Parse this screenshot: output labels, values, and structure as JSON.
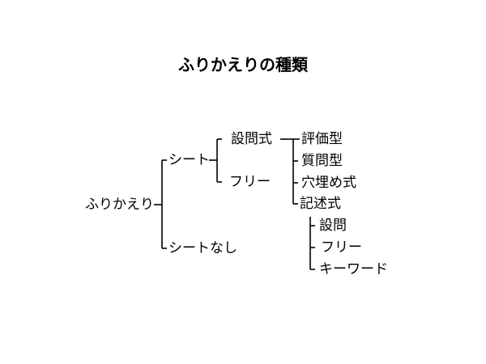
{
  "title": "ふりかえりの種類",
  "tree": {
    "root": "ふりかえり",
    "sheet": "シート",
    "no_sheet": "シートなし",
    "question_type": "設問式",
    "free": "フリー",
    "rating": "評価型",
    "question": "質問型",
    "fill_in": "穴埋め式",
    "descriptive": "記述式",
    "desc_question": "設問",
    "desc_free": "フリー",
    "desc_keyword": "キーワード"
  },
  "colors": {
    "line": "#000000",
    "text": "#000000",
    "background": "#ffffff"
  }
}
